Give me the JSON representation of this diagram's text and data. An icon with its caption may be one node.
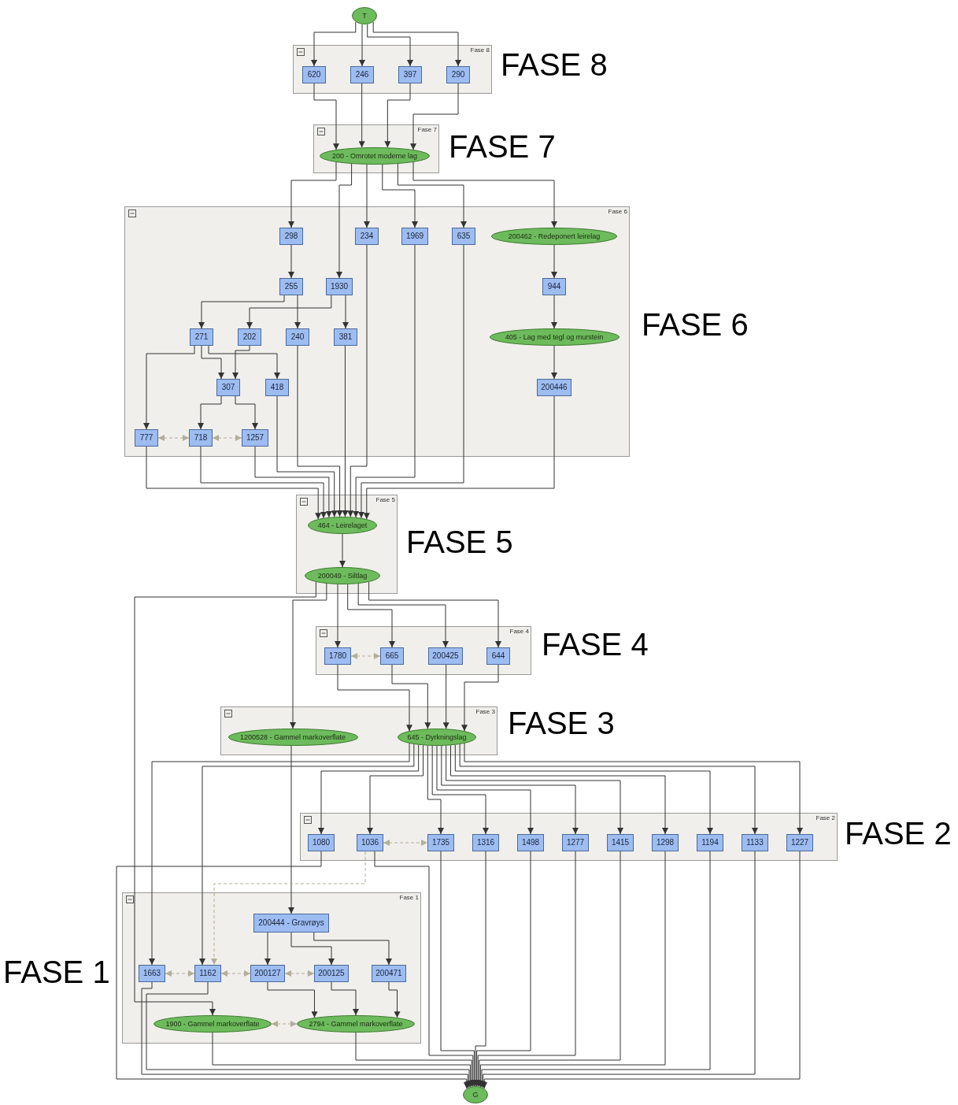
{
  "diagram": {
    "nodes": [
      {
        "text": [
          "T"
        ]
      },
      {
        "text": [
          "Fase 8",
          "FASE 8"
        ]
      },
      {
        "text": [
          "620"
        ],
        "in": 1
      },
      {
        "text": [
          "246"
        ],
        "in": 1
      },
      {
        "text": [
          "397"
        ],
        "in": 1
      },
      {
        "text": [
          "290"
        ],
        "in": 1
      },
      {
        "text": [
          "Fase 7",
          "FASE 7"
        ]
      },
      {
        "text": [
          "200 - Omrotet moderne lag"
        ],
        "in": 6
      },
      {
        "text": [
          "Fase 6",
          "FASE 6"
        ]
      },
      {
        "text": [
          "298"
        ],
        "in": 8
      },
      {
        "text": [
          "234"
        ],
        "in": 8
      },
      {
        "text": [
          "1969"
        ],
        "in": 8
      },
      {
        "text": [
          "635"
        ],
        "in": 8
      },
      {
        "text": [
          "200462 - Redeponert leirelag"
        ],
        "in": 8
      },
      {
        "text": [
          "255"
        ],
        "in": 8
      },
      {
        "text": [
          "1930"
        ],
        "in": 8
      },
      {
        "text": [
          "944"
        ],
        "in": 8
      },
      {
        "text": [
          "271"
        ],
        "in": 8
      },
      {
        "text": [
          "202"
        ],
        "in": 8
      },
      {
        "text": [
          "240"
        ],
        "in": 8
      },
      {
        "text": [
          "381"
        ],
        "in": 8
      },
      {
        "text": [
          "405 - Lag med tegl og murstein"
        ],
        "in": 8
      },
      {
        "text": [
          "307"
        ],
        "in": 8
      },
      {
        "text": [
          "418"
        ],
        "in": 8
      },
      {
        "text": [
          "200446"
        ],
        "in": 8
      },
      {
        "text": [
          "777"
        ],
        "in": 8
      },
      {
        "text": [
          "718"
        ],
        "in": 8
      },
      {
        "text": [
          "1257"
        ],
        "in": 8
      },
      {
        "text": [
          "Fase 5",
          "FASE 5"
        ]
      },
      {
        "text": [
          "464 - Leirelaget"
        ],
        "in": 28
      },
      {
        "text": [
          "200049 - Siltlag"
        ],
        "in": 28
      },
      {
        "text": [
          "Fase 4",
          "FASE 4"
        ]
      },
      {
        "text": [
          "1780"
        ],
        "in": 31
      },
      {
        "text": [
          "665"
        ],
        "in": 31
      },
      {
        "text": [
          "200425"
        ],
        "in": 31
      },
      {
        "text": [
          "644"
        ],
        "in": 31
      },
      {
        "text": [
          "Fase 3",
          "FASE 3"
        ]
      },
      {
        "text": [
          "1200528 - Gammel markoverflate"
        ],
        "in": 36
      },
      {
        "text": [
          "645 - Dyrkningslag"
        ],
        "in": 36
      },
      {
        "text": [
          "Fase 2",
          "FASE 2"
        ]
      },
      {
        "text": [
          "1080"
        ],
        "in": 39
      },
      {
        "text": [
          "1036"
        ],
        "in": 39
      },
      {
        "text": [
          "1735"
        ],
        "in": 39
      },
      {
        "text": [
          "1316"
        ],
        "in": 39
      },
      {
        "text": [
          "1498"
        ],
        "in": 39
      },
      {
        "text": [
          "1277"
        ],
        "in": 39
      },
      {
        "text": [
          "1415"
        ],
        "in": 39
      },
      {
        "text": [
          "1298"
        ],
        "in": 39
      },
      {
        "text": [
          "1194"
        ],
        "in": 39
      },
      {
        "text": [
          "1133"
        ],
        "in": 39
      },
      {
        "text": [
          "1227"
        ],
        "in": 39
      },
      {
        "text": [
          "Fase 1",
          "FASE 1"
        ]
      },
      {
        "text": [
          "200444 - Gravrøys"
        ],
        "in": 51
      },
      {
        "text": [
          "1663"
        ],
        "in": 51
      },
      {
        "text": [
          "1162"
        ],
        "in": 51
      },
      {
        "text": [
          "200127"
        ],
        "in": 51
      },
      {
        "text": [
          "200125"
        ],
        "in": 51
      },
      {
        "text": [
          "200471"
        ],
        "in": 51
      },
      {
        "text": [
          "1900 - Gammel markoverflate"
        ],
        "in": 51
      },
      {
        "text": [
          "2794 - Gammel markoverflate"
        ],
        "in": 51
      },
      {
        "text": [
          "G"
        ]
      }
    ],
    "edges": [
      {
        "from": 0,
        "to": 2,
        "arrow": "to"
      },
      {
        "from": 0,
        "to": 3,
        "arrow": "to"
      },
      {
        "from": 0,
        "to": 4,
        "arrow": "to"
      },
      {
        "from": 0,
        "to": 5,
        "arrow": "to"
      },
      {
        "from": 2,
        "to": 7,
        "arrow": "to"
      },
      {
        "from": 3,
        "to": 7,
        "arrow": "to"
      },
      {
        "from": 4,
        "to": 7,
        "arrow": "to"
      },
      {
        "from": 5,
        "to": 7,
        "arrow": "to"
      },
      {
        "from": 7,
        "to": 9,
        "arrow": "to"
      },
      {
        "from": 7,
        "to": 15,
        "arrow": "to"
      },
      {
        "from": 7,
        "to": 10,
        "arrow": "to"
      },
      {
        "from": 7,
        "to": 11,
        "arrow": "to"
      },
      {
        "from": 7,
        "to": 12,
        "arrow": "to"
      },
      {
        "from": 7,
        "to": 13,
        "arrow": "to"
      },
      {
        "from": 9,
        "to": 14,
        "arrow": "to"
      },
      {
        "from": 14,
        "to": 17,
        "arrow": "to"
      },
      {
        "from": 14,
        "to": 19,
        "arrow": "to"
      },
      {
        "from": 15,
        "to": 18,
        "arrow": "to"
      },
      {
        "from": 15,
        "to": 20,
        "arrow": "to"
      },
      {
        "from": 13,
        "to": 16,
        "arrow": "to"
      },
      {
        "from": 16,
        "to": 21,
        "arrow": "to"
      },
      {
        "from": 21,
        "to": 24,
        "arrow": "to"
      },
      {
        "from": 17,
        "to": 25,
        "arrow": "to"
      },
      {
        "from": 17,
        "to": 22,
        "arrow": "to"
      },
      {
        "from": 17,
        "to": 23,
        "arrow": "to"
      },
      {
        "from": 18,
        "to": 22,
        "arrow": "to"
      },
      {
        "from": 22,
        "to": 26,
        "arrow": "to"
      },
      {
        "from": 22,
        "to": 27,
        "arrow": "to"
      },
      {
        "from": 25,
        "to": 26,
        "arrow": "both",
        "style": "dashed",
        "color": "#b3ae98"
      },
      {
        "from": 26,
        "to": 27,
        "arrow": "both",
        "style": "dashed",
        "color": "#b3ae98"
      },
      {
        "from": 25,
        "to": 29,
        "arrow": "to"
      },
      {
        "from": 26,
        "to": 29,
        "arrow": "to"
      },
      {
        "from": 27,
        "to": 29,
        "arrow": "to"
      },
      {
        "from": 23,
        "to": 29,
        "arrow": "to"
      },
      {
        "from": 19,
        "to": 29,
        "arrow": "to"
      },
      {
        "from": 20,
        "to": 29,
        "arrow": "to"
      },
      {
        "from": 10,
        "to": 29,
        "arrow": "to"
      },
      {
        "from": 11,
        "to": 29,
        "arrow": "to"
      },
      {
        "from": 12,
        "to": 29,
        "arrow": "to"
      },
      {
        "from": 24,
        "to": 29,
        "arrow": "to"
      },
      {
        "from": 29,
        "to": 30,
        "arrow": "to"
      },
      {
        "from": 30,
        "to": 58,
        "arrow": "to"
      },
      {
        "from": 30,
        "to": 37,
        "arrow": "to"
      },
      {
        "from": 30,
        "to": 32,
        "arrow": "to"
      },
      {
        "from": 30,
        "to": 33,
        "arrow": "to"
      },
      {
        "from": 30,
        "to": 34,
        "arrow": "to"
      },
      {
        "from": 30,
        "to": 35,
        "arrow": "to"
      },
      {
        "from": 32,
        "to": 33,
        "arrow": "both",
        "style": "dashed",
        "color": "#b3ae98"
      },
      {
        "from": 32,
        "to": 38,
        "arrow": "to"
      },
      {
        "from": 33,
        "to": 38,
        "arrow": "to"
      },
      {
        "from": 34,
        "to": 38,
        "arrow": "to"
      },
      {
        "from": 35,
        "to": 38,
        "arrow": "to"
      },
      {
        "from": 38,
        "to": 53,
        "arrow": "to"
      },
      {
        "from": 38,
        "to": 54,
        "arrow": "to"
      },
      {
        "from": 38,
        "to": 40,
        "arrow": "to"
      },
      {
        "from": 38,
        "to": 41,
        "arrow": "to"
      },
      {
        "from": 38,
        "to": 42,
        "arrow": "to"
      },
      {
        "from": 38,
        "to": 43,
        "arrow": "to"
      },
      {
        "from": 38,
        "to": 44,
        "arrow": "to"
      },
      {
        "from": 38,
        "to": 45,
        "arrow": "to"
      },
      {
        "from": 38,
        "to": 46,
        "arrow": "to"
      },
      {
        "from": 38,
        "to": 47,
        "arrow": "to"
      },
      {
        "from": 38,
        "to": 48,
        "arrow": "to"
      },
      {
        "from": 38,
        "to": 49,
        "arrow": "to"
      },
      {
        "from": 38,
        "to": 50,
        "arrow": "to"
      },
      {
        "from": 37,
        "to": 52,
        "arrow": "to"
      },
      {
        "from": 41,
        "to": 42,
        "arrow": "both",
        "style": "dashed",
        "color": "#b3ae98"
      },
      {
        "from": 41,
        "to": 54,
        "arrow": "to",
        "style": "dashed",
        "color": "#b3ae98"
      },
      {
        "from": 52,
        "to": 55,
        "arrow": "to"
      },
      {
        "from": 52,
        "to": 56,
        "arrow": "to"
      },
      {
        "from": 52,
        "to": 57,
        "arrow": "to"
      },
      {
        "from": 53,
        "to": 54,
        "arrow": "both",
        "style": "dashed",
        "color": "#b3ae98"
      },
      {
        "from": 54,
        "to": 55,
        "arrow": "both",
        "style": "dashed",
        "color": "#b3ae98"
      },
      {
        "from": 55,
        "to": 56,
        "arrow": "both",
        "style": "dashed",
        "color": "#b3ae98"
      },
      {
        "from": 55,
        "to": 59,
        "arrow": "to"
      },
      {
        "from": 56,
        "to": 59,
        "arrow": "to"
      },
      {
        "from": 57,
        "to": 59,
        "arrow": "to"
      },
      {
        "from": 58,
        "to": 59,
        "arrow": "both",
        "style": "dashed",
        "color": "#b3ae98"
      },
      {
        "from": 40,
        "to": 60,
        "arrow": "to"
      },
      {
        "from": 41,
        "to": 60,
        "arrow": "to"
      },
      {
        "from": 42,
        "to": 60,
        "arrow": "to"
      },
      {
        "from": 43,
        "to": 60,
        "arrow": "to"
      },
      {
        "from": 44,
        "to": 60,
        "arrow": "to"
      },
      {
        "from": 45,
        "to": 60,
        "arrow": "to"
      },
      {
        "from": 46,
        "to": 60,
        "arrow": "to"
      },
      {
        "from": 47,
        "to": 60,
        "arrow": "to"
      },
      {
        "from": 48,
        "to": 60,
        "arrow": "to"
      },
      {
        "from": 49,
        "to": 60,
        "arrow": "to"
      },
      {
        "from": 50,
        "to": 60,
        "arrow": "to"
      },
      {
        "from": 53,
        "to": 60,
        "arrow": "to"
      },
      {
        "from": 54,
        "to": 60,
        "arrow": "to"
      },
      {
        "from": 58,
        "to": 60,
        "arrow": "to"
      },
      {
        "from": 59,
        "to": 60,
        "arrow": "to"
      }
    ]
  }
}
